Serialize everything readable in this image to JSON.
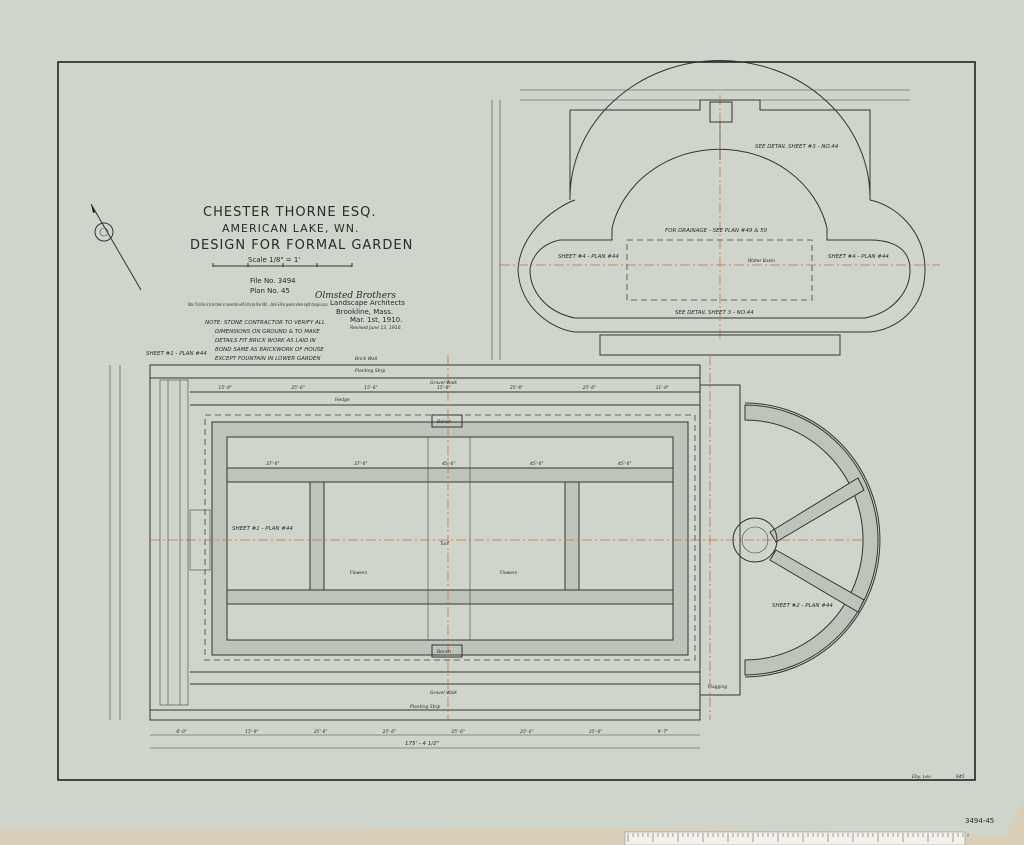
{
  "title_block": {
    "client": "CHESTER THORNE ESQ.",
    "location": "AMERICAN LAKE, WN.",
    "design": "DESIGN FOR FORMAL GARDEN",
    "scale": "Scale 1/8\" = 1'",
    "file_no": "File No. 3494",
    "plan_no": "Plan No. 45",
    "signature": "Olmsted Brothers",
    "firm": "Landscape Architects",
    "city": "Brookline, Mass.",
    "date": "Mar. 1st, 1910.",
    "revised": "Revised June 13, 1910."
  },
  "notes": {
    "small_note": "Note: This Plan is to be taken in connection with 1/4 scale Plan #44 ... detail & Plan governs where slight changes occur",
    "stone_note_lines": [
      "NOTE: STONE CONTRACTOR TO VERIFY ALL",
      "DIMENSIONS ON GROUND & TO MAKE",
      "DETAILS FIT BRICK WORK AS LAID IN",
      "BOND SAME AS BRICKWORK OF HOUSE",
      "EXCEPT FOUNTAIN IN LOWER GARDEN"
    ]
  },
  "labels": {
    "drainage": "FOR DRAINAGE - SEE PLAN #49 & 50",
    "see_detail_top": "SEE DETAIL SHEET #3 - NO.44",
    "see_detail_bottom": "SEE DETAIL SHEET 3 - NO.44",
    "sheet4_left": "SHEET #4 - PLAN #44",
    "sheet4_right": "SHEET #4 - PLAN #44",
    "sheet1": "SHEET #1 - PLAN #44",
    "sheet1_top": "SHEET #1 - PLAN #44",
    "sheet2": "SHEET #2 - PLAN #44",
    "water_basin": "Water Basin",
    "brick_wall": "Brick Wall",
    "planting_strip_top": "Planting Strip",
    "planting_strip_bottom": "Planting Strip",
    "gravel_walk_top": "Gravel Walk",
    "gravel_walk_bottom": "Gravel Walk",
    "hedge": "Hedge",
    "flowers_left": "Flowers",
    "flowers_right": "Flowers",
    "turf": "Turf",
    "bench_top": "Bench",
    "bench_bottom": "Bench",
    "flagging": "Flagging",
    "overall_dim": "175' - 4 1/2\"",
    "bottom_dims": [
      "6'-0\"",
      "15'-9\"",
      "25'-6\"",
      "25'-6\"",
      "25'-6\"",
      "25'-6\"",
      "25'-6\"",
      "9'-7\""
    ],
    "top_dims": [
      "15'-9\"",
      "25'-6\"",
      "15'-6\"",
      "15'-6\"",
      "25'-6\"",
      "25'-6\"",
      "11'-9\""
    ],
    "inner_dims": [
      "37'-6\"",
      "37'-6\"",
      "45'-6\"",
      "45'-6\"",
      "45'-6\""
    ]
  },
  "footer": {
    "drawn_by": "Eby. Lev.",
    "sheet_ref": "845",
    "archive_id": "3494-45"
  },
  "colors": {
    "paper": "#cfd5cb",
    "ink": "#2a2a2a",
    "centerline": "#d9674a",
    "backing": "#d9cfb8"
  }
}
